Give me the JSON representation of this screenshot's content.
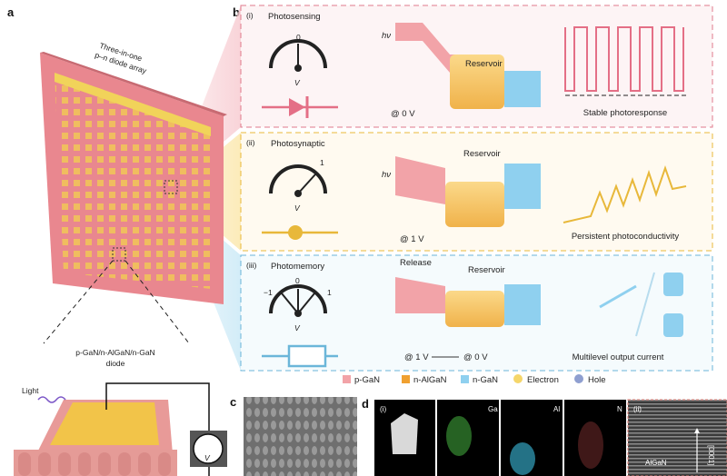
{
  "panel_labels": {
    "a": "a",
    "b": "b",
    "c": "c",
    "d": "d"
  },
  "panel_a": {
    "array_title_1": "Three-in-one",
    "array_title_2": "p–n diode array",
    "diode_title_1": "p-GaN/n-AlGaN/n-GaN",
    "diode_title_2": "diode",
    "light": "Light",
    "meter_v": "V"
  },
  "panel_b": {
    "rows": [
      {
        "num": "(i)",
        "title": "Photosensing",
        "gauge": "0",
        "v": "V",
        "hv": "hν",
        "reservoir": "Reservoir",
        "bias": "@ 0 V",
        "caption": "Stable photoresponse",
        "color": "#e46f86"
      },
      {
        "num": "(ii)",
        "title": "Photosynaptic",
        "gauge": "1",
        "v": "V",
        "hv": "hν",
        "reservoir": "Reservoir",
        "bias": "@ 1 V",
        "caption": "Persistent photoconductivity",
        "color": "#e8b83a"
      },
      {
        "num": "(iii)",
        "title": "Photomemory",
        "gauge_left": "−1",
        "gauge": "0",
        "gauge_right": "1",
        "v": "V",
        "release": "Release",
        "reservoir": "Reservoir",
        "bias": "@ 1 V",
        "bias2": "@ 0 V",
        "caption": "Multilevel output current",
        "color": "#6bb6d9"
      }
    ],
    "legend": [
      {
        "label": "p-GaN",
        "color": "#f2a3a8"
      },
      {
        "label": "n-AlGaN",
        "color": "#f0a030"
      },
      {
        "label": "n-GaN",
        "color": "#8fd0ef"
      },
      {
        "label": "Electron",
        "color": "#f5d66a"
      },
      {
        "label": "Hole",
        "color": "#8f9fd0"
      }
    ]
  },
  "panel_d": {
    "tiles": [
      "(i)",
      "Ga",
      "Al",
      "N",
      "(ii)"
    ],
    "material": "AlGaN",
    "direction": "[0001]"
  }
}
